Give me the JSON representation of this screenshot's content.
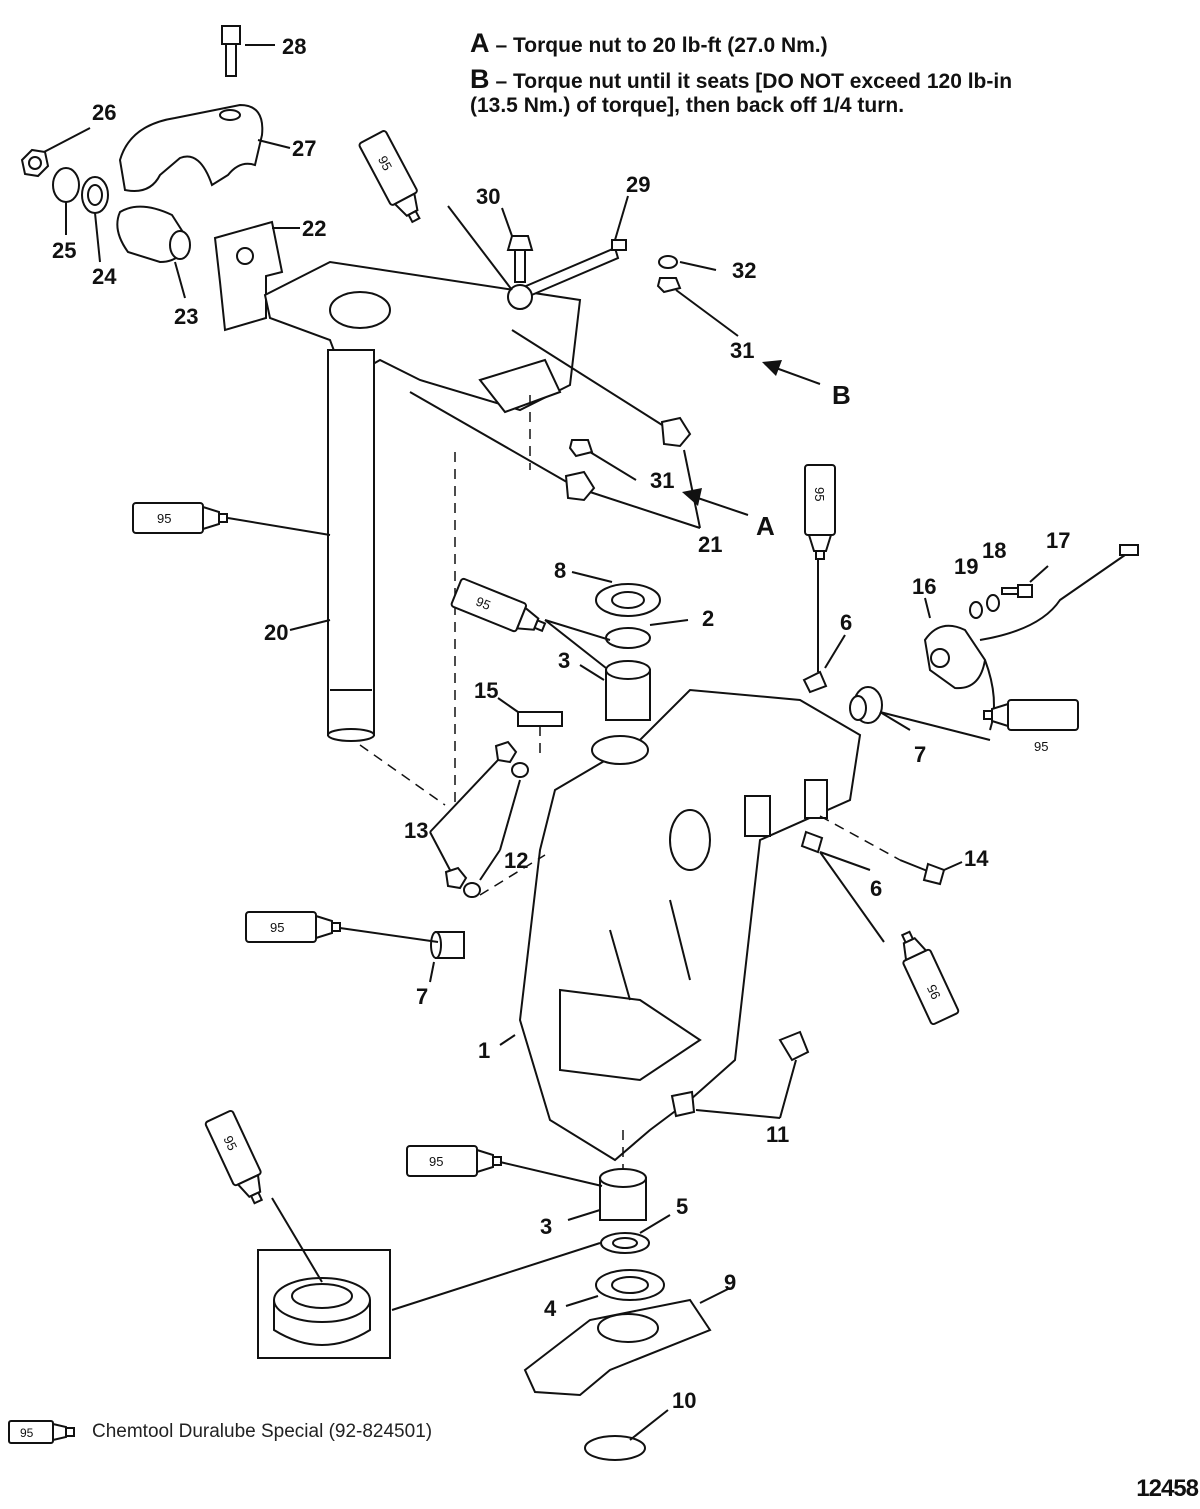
{
  "notes": {
    "a_key": "A",
    "a_text": "– Torque nut to 20 lb-ft (27.0 Nm.)",
    "b_key": "B",
    "b_line1": "– Torque nut until it seats [DO NOT exceed 120 lb-in",
    "b_line2": "(13.5 Nm.) of torque], then back off 1/4 turn."
  },
  "legend": {
    "tube_label": "95",
    "text": "Chemtool Duralube Special (92-824501)"
  },
  "figure_number": "12458",
  "callouts": {
    "c1": "1",
    "c2": "2",
    "c3a": "3",
    "c3b": "3",
    "c4": "4",
    "c5": "5",
    "c6a": "6",
    "c6b": "6",
    "c7a": "7",
    "c7b": "7",
    "c8": "8",
    "c9": "9",
    "c10": "10",
    "c11": "11",
    "c12": "12",
    "c13": "13",
    "c14": "14",
    "c15": "15",
    "c16": "16",
    "c17": "17",
    "c18": "18",
    "c19": "19",
    "c20": "20",
    "c21": "21",
    "c22": "22",
    "c23": "23",
    "c24": "24",
    "c25": "25",
    "c26": "26",
    "c27": "27",
    "c28": "28",
    "c29": "29",
    "c30": "30",
    "c31a": "31",
    "c31b": "31",
    "c32": "32",
    "ref_a": "A",
    "ref_b": "B"
  },
  "tube_label": "95"
}
